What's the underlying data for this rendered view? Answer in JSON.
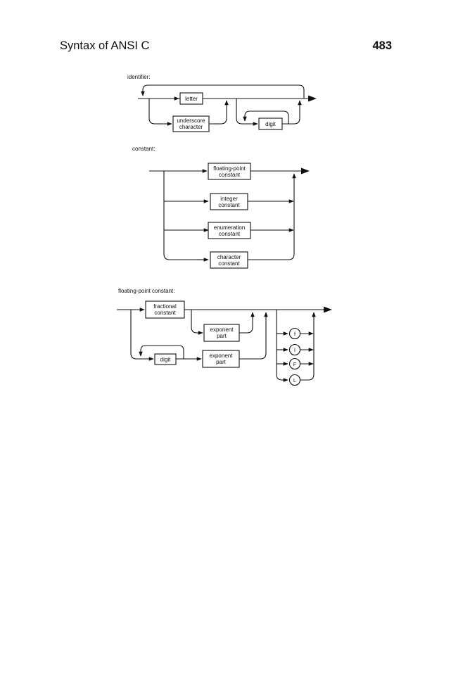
{
  "header": {
    "title": "Syntax of ANSI C",
    "page_number": "483"
  },
  "diagrams": {
    "identifier": {
      "label": "identifier:",
      "letter": "letter",
      "underscore_1": "underscore",
      "underscore_2": "character",
      "digit": "digit"
    },
    "constant": {
      "label": "constant:",
      "floating_1": "floating-point",
      "floating_2": "constant",
      "integer_1": "integer",
      "integer_2": "constant",
      "enumeration_1": "enumeration",
      "enumeration_2": "constant",
      "character_1": "character",
      "character_2": "constant"
    },
    "floating_point_constant": {
      "label": "floating-point constant:",
      "fractional_1": "fractional",
      "fractional_2": "constant",
      "exponent_a_1": "exponent",
      "exponent_a_2": "part",
      "digit": "digit",
      "exponent_b_1": "exponent",
      "exponent_b_2": "part",
      "suffix_f": "f",
      "suffix_l": "l",
      "suffix_F": "F",
      "suffix_L": "L"
    }
  },
  "colors": {
    "ink": "#111111",
    "paper": "#ffffff"
  }
}
